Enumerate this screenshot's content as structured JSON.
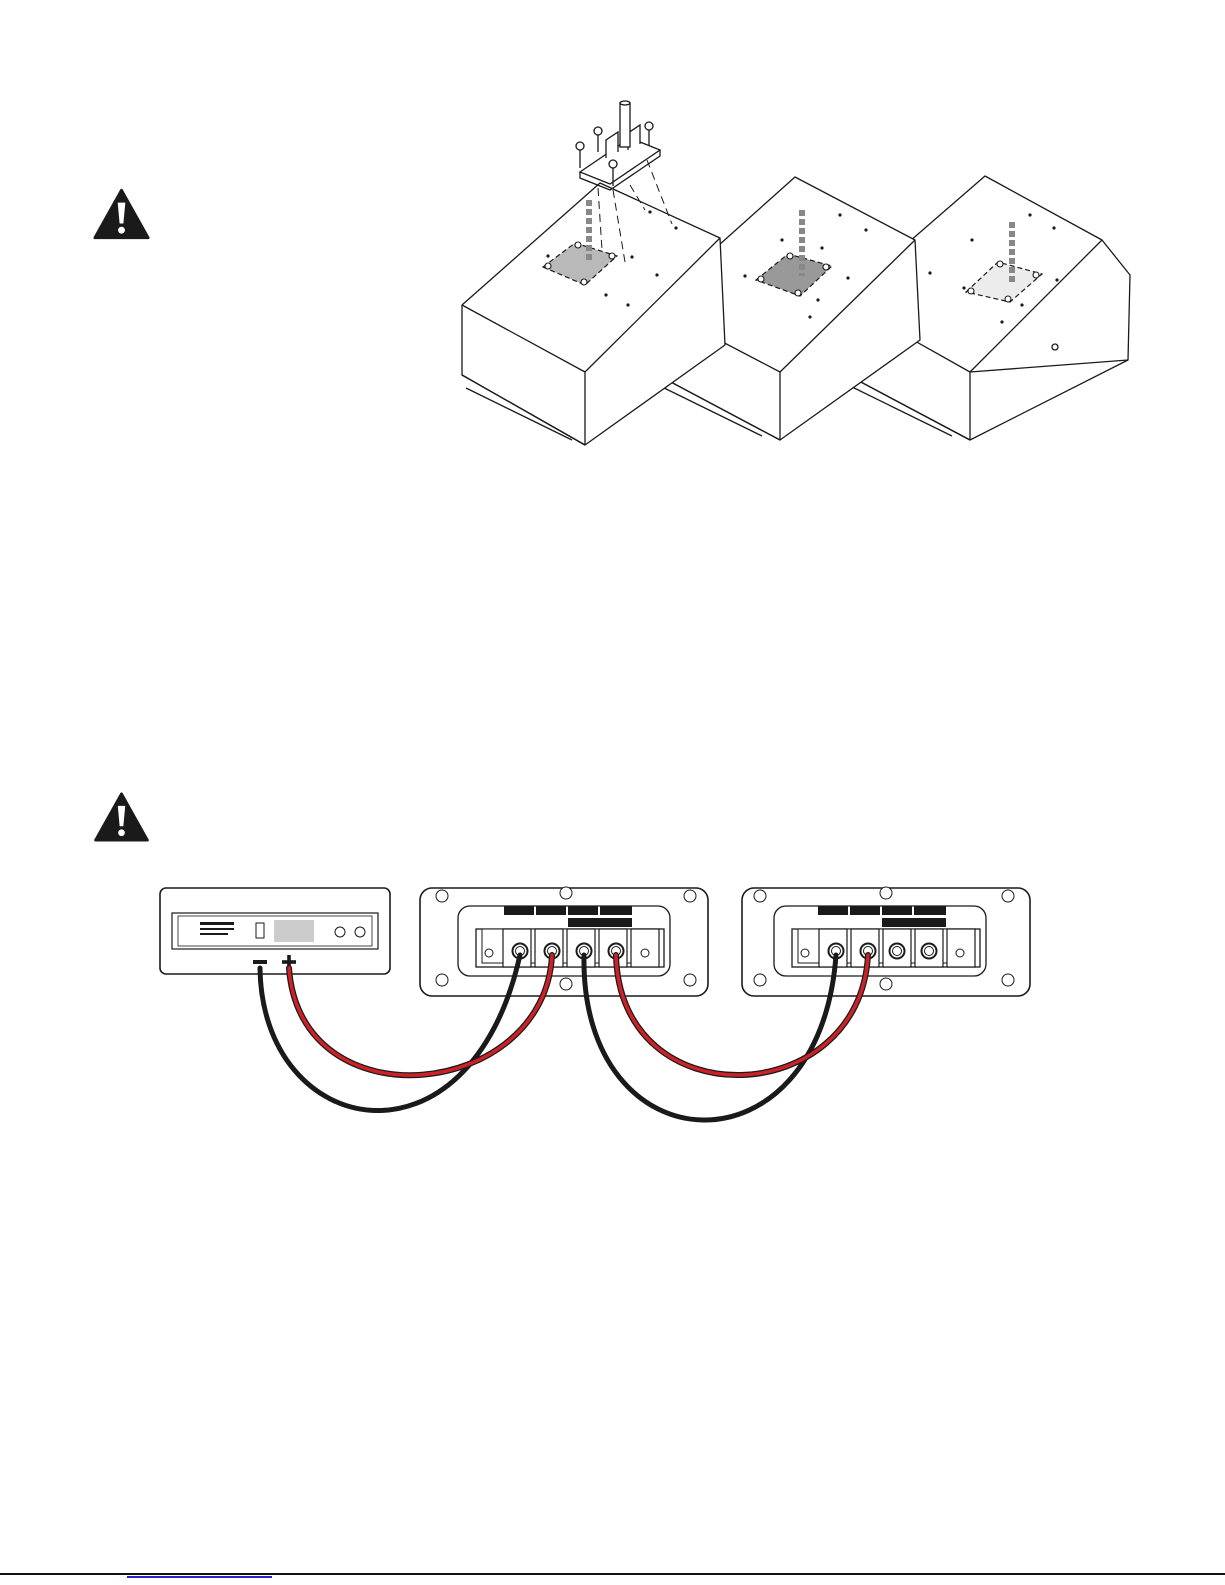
{
  "page": {
    "background": "#ffffff"
  },
  "colors": {
    "outline": "#1a1a1a",
    "plate_light": "#ececec",
    "plate_mid": "#b9b9b9",
    "plate_dark": "#999999",
    "wire_positive": "#cc2127",
    "wire_negative": "#1a1a1a",
    "link": "#2323cc"
  },
  "icons": {
    "warning": "warning-triangle-icon"
  },
  "figures": {
    "mounting": {
      "speakers": 3,
      "bracket": "mounting-bracket"
    },
    "wiring": {
      "amplifier": "power-amplifier",
      "terminal_panels": 2,
      "amp_terminals": [
        "−",
        "+"
      ]
    }
  }
}
